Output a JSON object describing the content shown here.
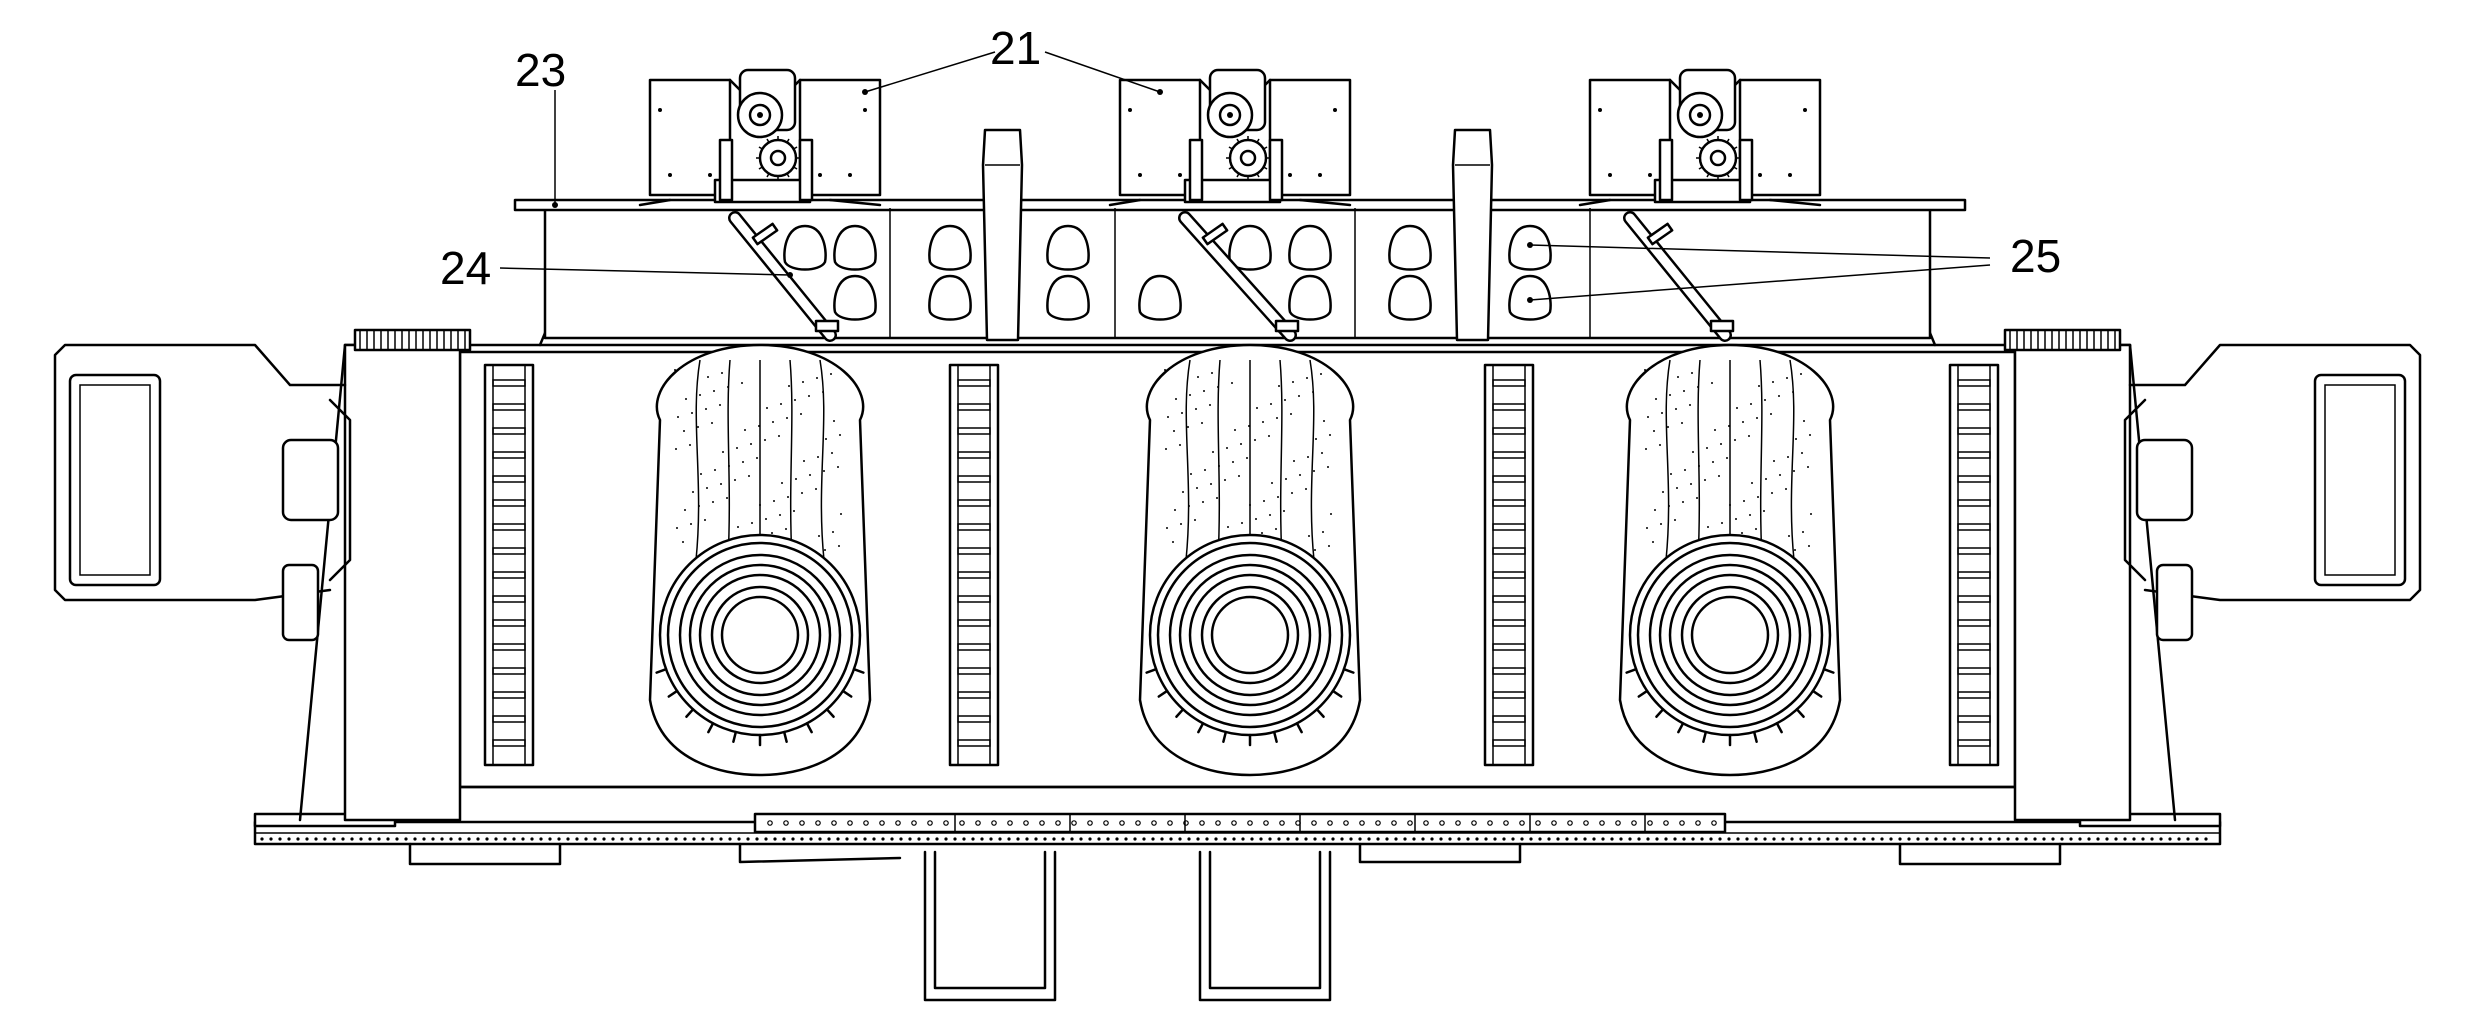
{
  "figure": {
    "background": "#ffffff",
    "line_color": "#000000",
    "reference_labels": [
      {
        "id": "21",
        "text": "21"
      },
      {
        "id": "23",
        "text": "23"
      },
      {
        "id": "24",
        "text": "24"
      },
      {
        "id": "25",
        "text": "25"
      }
    ],
    "component_counts": {
      "drive_units": 3,
      "drums": 3,
      "ladders": 4,
      "support_legs": 2
    }
  }
}
